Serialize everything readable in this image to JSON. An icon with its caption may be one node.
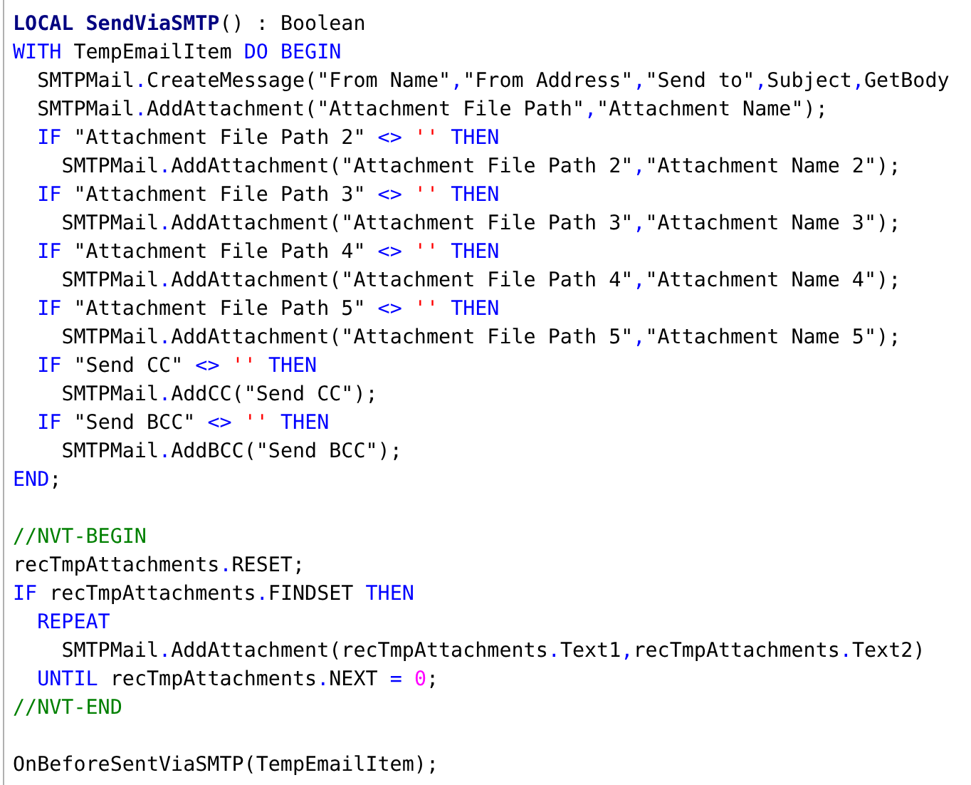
{
  "diagram": {
    "labels": [
      "LOCAL SendViaSMTP() : Boolean",
      "WITH TempEmailItem DO BEGIN",
      "SMTPMail.CreateMessage(\"From Name\",\"From Address\",\"Send to\",Subject,GetBody",
      "SMTPMail.AddAttachment(\"Attachment File Path\",\"Attachment Name\");",
      "IF \"Attachment File Path 2\" <> '' THEN",
      "SMTPMail.AddAttachment(\"Attachment File Path 2\",\"Attachment Name 2\");",
      "IF \"Attachment File Path 3\" <> '' THEN",
      "SMTPMail.AddAttachment(\"Attachment File Path 3\",\"Attachment Name 3\");",
      "IF \"Attachment File Path 4\" <> '' THEN",
      "SMTPMail.AddAttachment(\"Attachment File Path 4\",\"Attachment Name 4\");",
      "IF \"Attachment File Path 5\" <> '' THEN",
      "SMTPMail.AddAttachment(\"Attachment File Path 5\",\"Attachment Name 5\");",
      "IF \"Send CC\" <> '' THEN",
      "SMTPMail.AddCC(\"Send CC\");",
      "IF \"Send BCC\" <> '' THEN",
      "SMTPMail.AddBCC(\"Send BCC\");",
      "END;",
      "//NVT-BEGIN",
      "recTmpAttachments.RESET;",
      "IF recTmpAttachments.FINDSET THEN",
      "REPEAT",
      "SMTPMail.AddAttachment(recTmpAttachments.Text1,recTmpAttachments.Text2)",
      "UNTIL recTmpAttachments.NEXT = 0;",
      "//NVT-END",
      "OnBeforeSentViaSMTP(TempEmailItem);"
    ]
  }
}
